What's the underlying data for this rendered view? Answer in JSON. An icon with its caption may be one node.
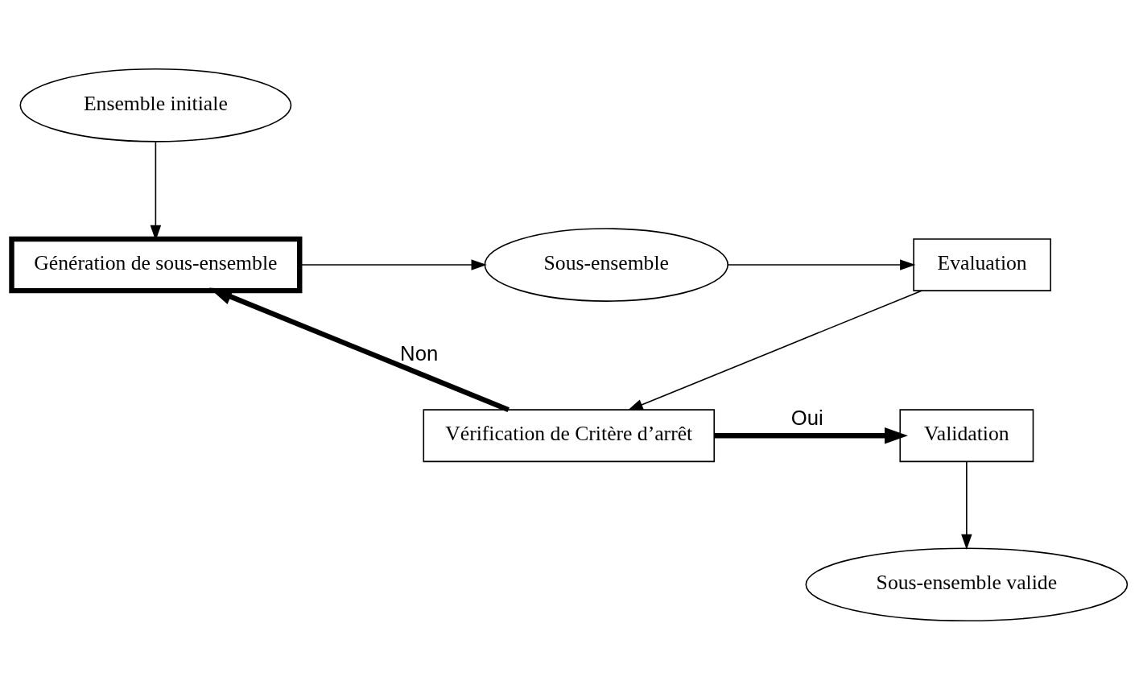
{
  "diagram": {
    "nodes": [
      {
        "text": [
          "Ensemble initiale"
        ]
      },
      {
        "text": [
          "Génération de sous-ensemble"
        ]
      },
      {
        "text": [
          "Sous-ensemble"
        ]
      },
      {
        "text": [
          "Evaluation"
        ]
      },
      {
        "text": [
          "Vérification de Critère d’arrêt"
        ]
      },
      {
        "text": [
          "Validation"
        ]
      },
      {
        "text": [
          "Sous-ensemble valide"
        ]
      }
    ],
    "edges": [
      {
        "from": 0,
        "to": 1,
        "arrow": "to"
      },
      {
        "from": 1,
        "to": 2,
        "arrow": "to"
      },
      {
        "from": 2,
        "to": 3,
        "arrow": "to"
      },
      {
        "from": 3,
        "to": 4,
        "arrow": "to"
      },
      {
        "from": 4,
        "to": 1,
        "arrow": "to",
        "label": "Non",
        "style": "thick"
      },
      {
        "from": 4,
        "to": 5,
        "arrow": "to",
        "label": "Oui",
        "style": "thick"
      },
      {
        "from": 5,
        "to": 6,
        "arrow": "to"
      }
    ]
  }
}
